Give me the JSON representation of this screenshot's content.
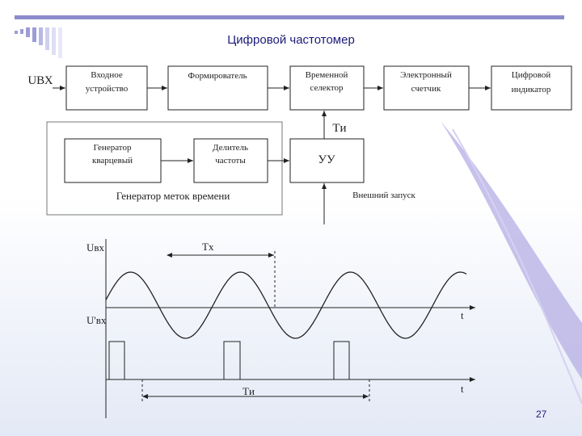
{
  "slide": {
    "title": "Цифровой частотомер",
    "page_number": "27"
  },
  "colors": {
    "accent": "#8c8ccc",
    "title": "#1b1b7a",
    "stroke": "#222222",
    "swoosh": "#b9b3e6"
  },
  "block_diagram": {
    "input_label": "UВХ",
    "blocks": {
      "input_device": [
        "Входное",
        "устройство"
      ],
      "shaper": [
        "Формирователь"
      ],
      "time_selector": [
        "Временной",
        "селектор"
      ],
      "counter": [
        "Электронный",
        "счетчик"
      ],
      "indicator": [
        "Цифровой",
        "индикатор"
      ],
      "oscillator": [
        "Генератор",
        "кварцевый"
      ],
      "divider": [
        "Делитель",
        "частоты"
      ],
      "control": [
        "УУ"
      ]
    },
    "ti_label": "Tи",
    "time_mark_generator_label": "Генератор меток времени",
    "external_trigger_label": "Внешний запуск"
  },
  "timing_diagram": {
    "top_axis_label": "Uвх",
    "tx_label": "Tх",
    "bottom_axis_label": "U'вх",
    "t_label_top": "t",
    "t_label_bottom": "t",
    "ti_label": "Tи"
  }
}
